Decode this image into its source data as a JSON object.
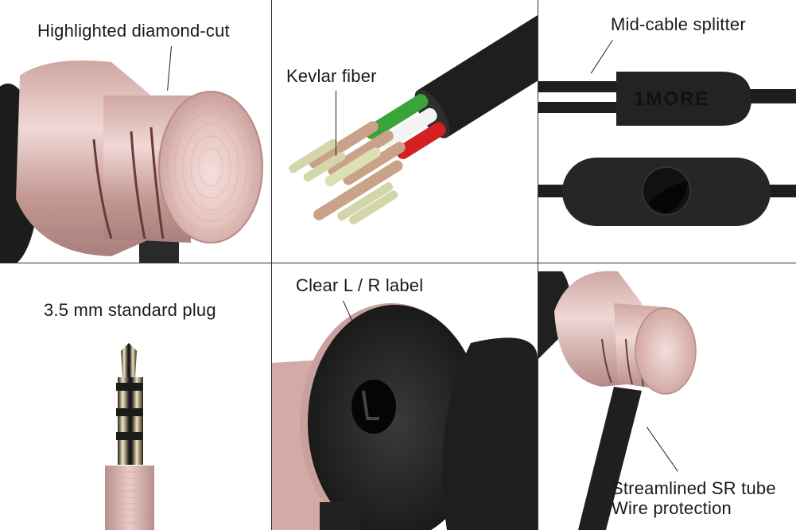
{
  "panels": [
    {
      "id": "diamond-cut",
      "label": "Highlighted diamond-cut"
    },
    {
      "id": "kevlar",
      "label": "Kevlar fiber"
    },
    {
      "id": "splitter",
      "label": "Mid-cable splitter",
      "brand": "1MORE"
    },
    {
      "id": "plug",
      "label": "3.5 mm standard plug"
    },
    {
      "id": "lr-label",
      "label": "Clear L / R label",
      "ear_mark": "L"
    },
    {
      "id": "sr-tube",
      "label_line1": "Streamlined SR tube",
      "label_line2": "Wire protection"
    }
  ],
  "colors": {
    "rose_gold": "#d9b3b0",
    "rose_gold_dark": "#b88985",
    "rubber_black": "#1f1f1f",
    "grid_line": "#333333",
    "wire_green": "#3aa33a",
    "wire_red": "#d42020",
    "wire_white": "#f4f4f4",
    "kevlar": "#d3d6a8",
    "copper": "#caa28a",
    "gold": "#e8d9a8"
  }
}
